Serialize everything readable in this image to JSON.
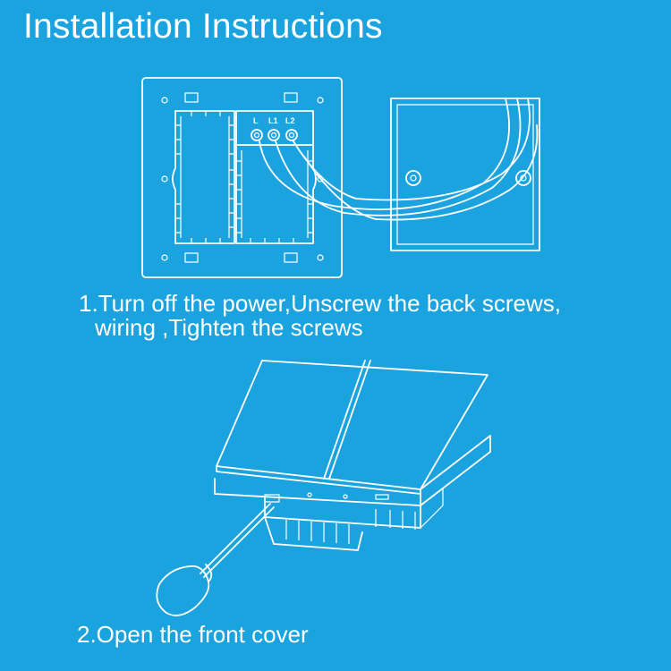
{
  "title": "Installation Instructions",
  "steps": {
    "step1_line1": "1.Turn off the power,Unscrew the back screws,",
    "step1_line2": "wiring ,Tighten the screws",
    "step2": "2.Open the front cover"
  },
  "terminals": {
    "t1": "L",
    "t2": "L1",
    "t3": "L2"
  },
  "colors": {
    "background": "#1ba3df",
    "line": "#ffffff"
  }
}
